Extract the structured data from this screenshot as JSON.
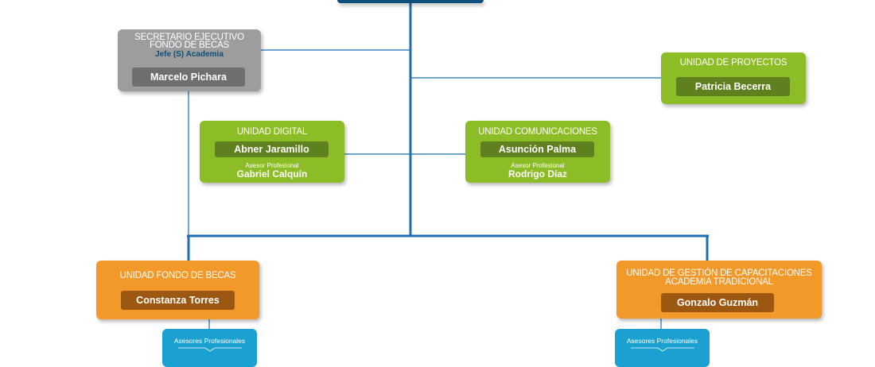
{
  "secretario": {
    "title_line1": "SECRETARIO EJECUTIVO",
    "title_line2": "FONDO DE BECAS",
    "subtitle": "Jefe (S) Academia",
    "name": "Marcelo Pichara"
  },
  "proyectos": {
    "title": "UNIDAD DE PROYECTOS",
    "name": "Patricia Becerra"
  },
  "digital": {
    "title": "UNIDAD DIGITAL",
    "name": "Abner Jaramillo",
    "advisor_label": "Asesor Profesional",
    "advisor_name": "Gabriel Calquín"
  },
  "comunicaciones": {
    "title": "UNIDAD COMUNICACIONES",
    "name": "Asunción Palma",
    "advisor_label": "Asesor Profesional",
    "advisor_name": "Rodrigo Díaz"
  },
  "fondo_becas": {
    "title": "UNIDAD FONDO DE BECAS",
    "name": "Constanza Torres",
    "advisors_label": "Asesores Profesionales"
  },
  "capacitaciones": {
    "title_line1": "UNIDAD DE GESTIÓN DE CAPACITACIONES",
    "title_line2": "ACADEMIA TRADICIONAL",
    "name": "Gonzalo Guzmán",
    "advisors_label": "Asesores Profesionales"
  },
  "colors": {
    "line": "#1c6fb5",
    "gray": "#9d9d9d",
    "green": "#8dbd26",
    "orange": "#f2992a",
    "blue": "#1aa0d1",
    "top": "#0d4f7a"
  }
}
